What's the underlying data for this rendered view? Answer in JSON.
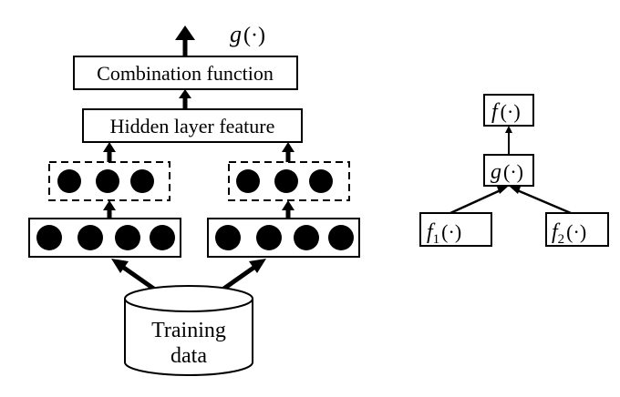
{
  "left": {
    "output_func": "g",
    "combination_label": "Combination function",
    "hidden_label": "Hidden layer feature",
    "data_line1": "Training",
    "data_line2": "data"
  },
  "right": {
    "top_func": "f",
    "middle_func": "g",
    "left_func": "f",
    "left_sub": "1",
    "right_func": "f",
    "right_sub": "2"
  },
  "colors": {
    "ink": "#000000",
    "background": "#ffffff"
  }
}
